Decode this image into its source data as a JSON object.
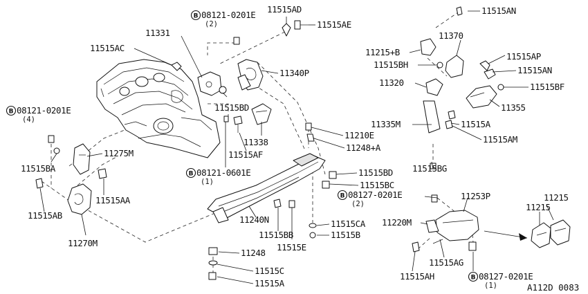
{
  "diagram": {
    "code": "A112D 0083",
    "bolt_symbol": "B",
    "labels": {
      "l_11515AN_top": "11515AN",
      "l_11515AD": "11515AD",
      "l_08121_0201E_top": "08121-0201E",
      "q_2_top": "(2)",
      "l_11515AE": "11515AE",
      "l_11331": "11331",
      "l_11515AC": "11515AC",
      "l_11370": "11370",
      "l_11215B": "11215+B",
      "l_11515AP": "11515AP",
      "l_11515BH": "11515BH",
      "l_11340P": "11340P",
      "l_11515AN_mid": "11515AN",
      "l_11320": "11320",
      "l_11515BF": "11515BF",
      "l_08121_0201E_left": "08121-0201E",
      "q_4_left": "(4)",
      "l_11515BD_top": "11515BD",
      "l_11355": "11355",
      "l_11338": "11338",
      "l_11335M": "11335M",
      "l_11515A_right": "11515A",
      "l_11515AF": "11515AF",
      "l_11210E": "11210E",
      "l_11515AM": "11515AM",
      "l_11248A": "11248+A",
      "l_11275M": "11275M",
      "l_11515BA": "11515BA",
      "l_11515BG": "11515BG",
      "l_08121_0601E": "08121-0601E",
      "q_1_mid": "(1)",
      "l_11515BD_mid": "11515BD",
      "l_11515BC": "11515BC",
      "l_11515AA": "11515AA",
      "l_08127_0201E_mid": "08127-0201E",
      "q_2_mid": "(2)",
      "l_11253P": "11253P",
      "l_11215_a": "11215",
      "l_11215_b": "11215",
      "l_11515AB": "11515AB",
      "l_11240N": "11240N",
      "l_11515CA": "11515CA",
      "l_11220M": "11220M",
      "l_11515BB": "11515BB",
      "l_11515E": "11515E",
      "l_11515B": "11515B",
      "l_11270M": "11270M",
      "l_11248": "11248",
      "l_11515AG": "11515AG",
      "l_11515C": "11515C",
      "l_11515AH": "11515AH",
      "l_08127_0201E_bot": "08127-0201E",
      "q_1_bot": "(1)",
      "l_11515A_bot": "11515A"
    }
  }
}
